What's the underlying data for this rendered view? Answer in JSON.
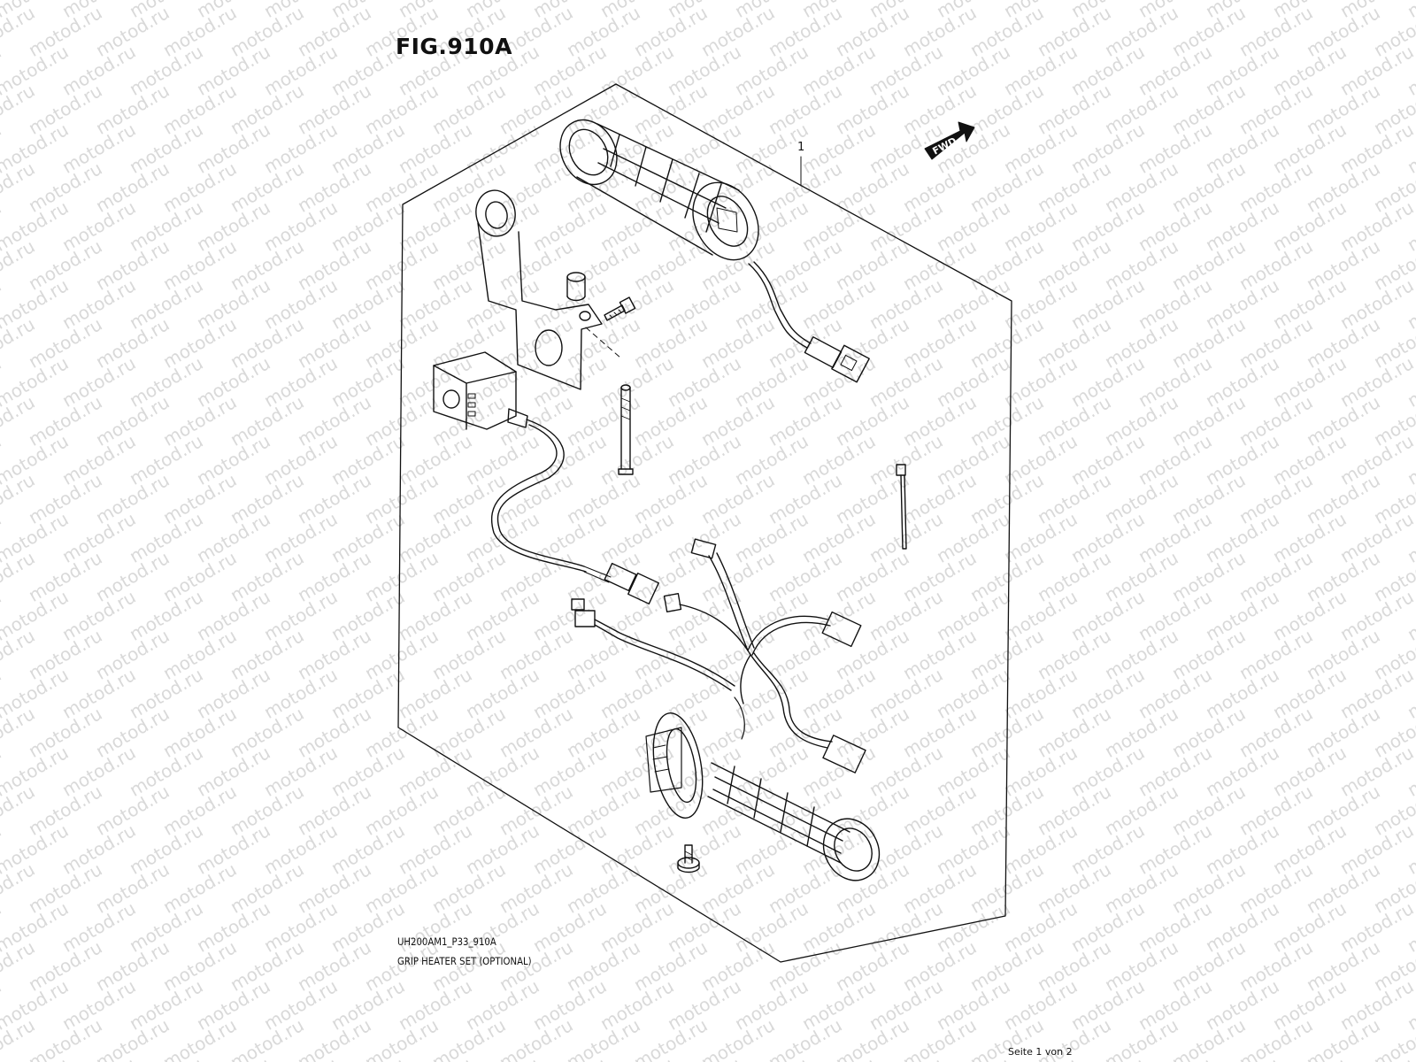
{
  "figure": {
    "title": "FIG.910A",
    "drawing_code": "UH200AM1_P33_910A",
    "caption": "GRIP HEATER SET (OPTIONAL)",
    "page_indicator": "Seite 1 von 2"
  },
  "callouts": [
    {
      "label": "1"
    }
  ],
  "direction_badge": {
    "label": "FWD"
  },
  "watermark": {
    "text": "motod.ru"
  }
}
